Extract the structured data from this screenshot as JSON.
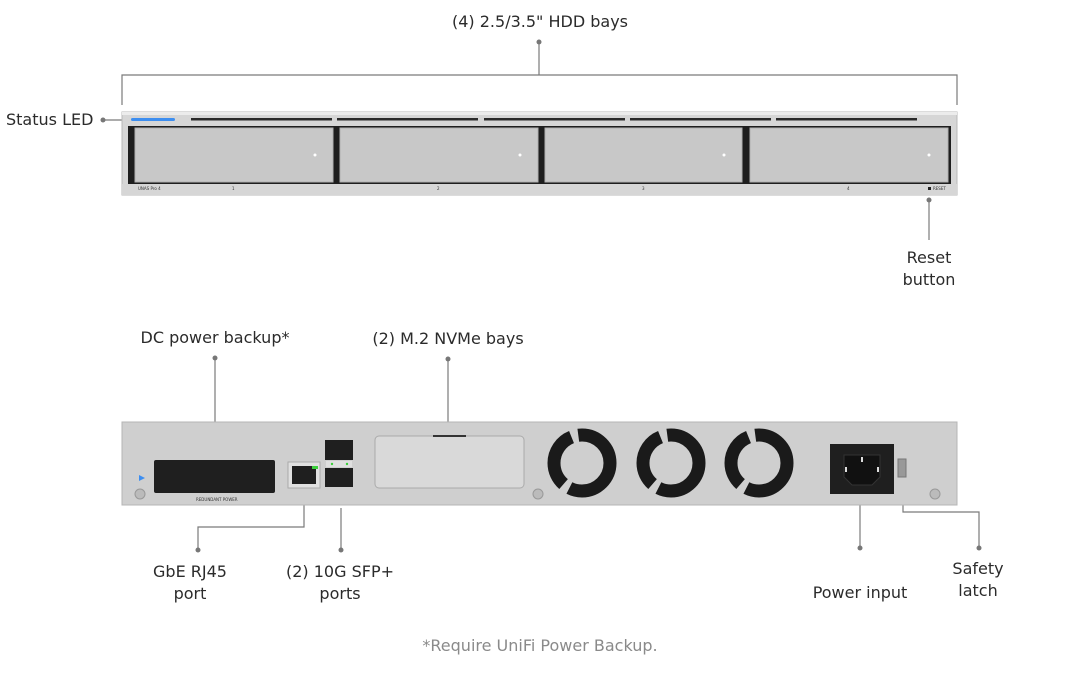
{
  "callouts": {
    "hdd_bays": "(4) 2.5/3.5\" HDD bays",
    "status_led": "Status LED",
    "reset_line1": "Reset",
    "reset_line2": "button",
    "dc_power": "DC power backup*",
    "m2_bays": "(2) M.2 NVMe bays",
    "rj45_line1": "GbE RJ45",
    "rj45_line2": "port",
    "sfp_line1": "(2) 10G SFP+",
    "sfp_line2": "ports",
    "power_input": "Power input",
    "latch_line1": "Safety",
    "latch_line2": "latch"
  },
  "device_front": {
    "model": "UNAS Pro 4",
    "bay_numbers": [
      "1",
      "2",
      "3",
      "4"
    ],
    "reset_text": "RESET"
  },
  "device_rear": {
    "redundant_power_text": "REDUNDANT POWER"
  },
  "footnote": "*Require UniFi Power Backup.",
  "colors": {
    "led": "#3d8ef0",
    "port_led": "#3ccf3c",
    "chassis": "#d4d4d4",
    "line": "#777777"
  }
}
